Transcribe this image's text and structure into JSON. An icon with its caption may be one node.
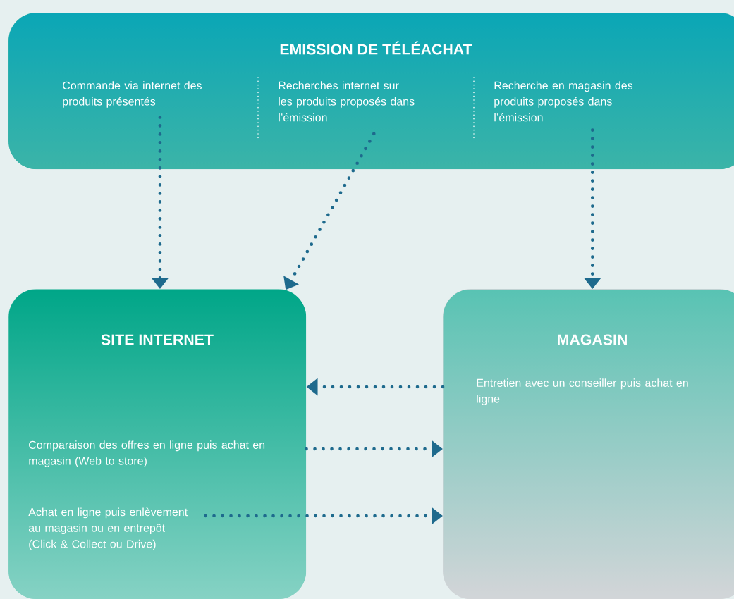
{
  "diagram": {
    "nodes": [
      {
        "text": [
          "EMISSION DE TÉLÉACHAT"
        ]
      },
      {
        "text": [
          "Commande via internet des produits présentés"
        ],
        "in": 0
      },
      {
        "text": [
          "Recherches internet sur les produits proposés dans l’émission"
        ],
        "in": 0
      },
      {
        "text": [
          "Recherche en magasin des produits proposés dans l’émission"
        ],
        "in": 0
      },
      {
        "text": [
          "SITE INTERNET"
        ]
      },
      {
        "text": [
          "Comparaison des offres en ligne puis achat en magasin (Web to store)"
        ],
        "in": 4
      },
      {
        "text": [
          "Achat en ligne puis enlèvement au magasin ou en entrepôt (Click & Collect ou Drive)"
        ],
        "in": 4
      },
      {
        "text": [
          "MAGASIN"
        ]
      },
      {
        "text": [
          "Entretien avec un conseiller puis achat en ligne"
        ],
        "in": 7
      }
    ],
    "edges": [
      {
        "from": 1,
        "to": 4,
        "arrow": "to"
      },
      {
        "from": 2,
        "to": 4,
        "arrow": "to"
      },
      {
        "from": 3,
        "to": 7,
        "arrow": "to"
      },
      {
        "from": 8,
        "to": 4,
        "arrow": "to"
      },
      {
        "from": 5,
        "to": 7,
        "arrow": "to"
      },
      {
        "from": 6,
        "to": 7,
        "arrow": "to"
      }
    ]
  }
}
